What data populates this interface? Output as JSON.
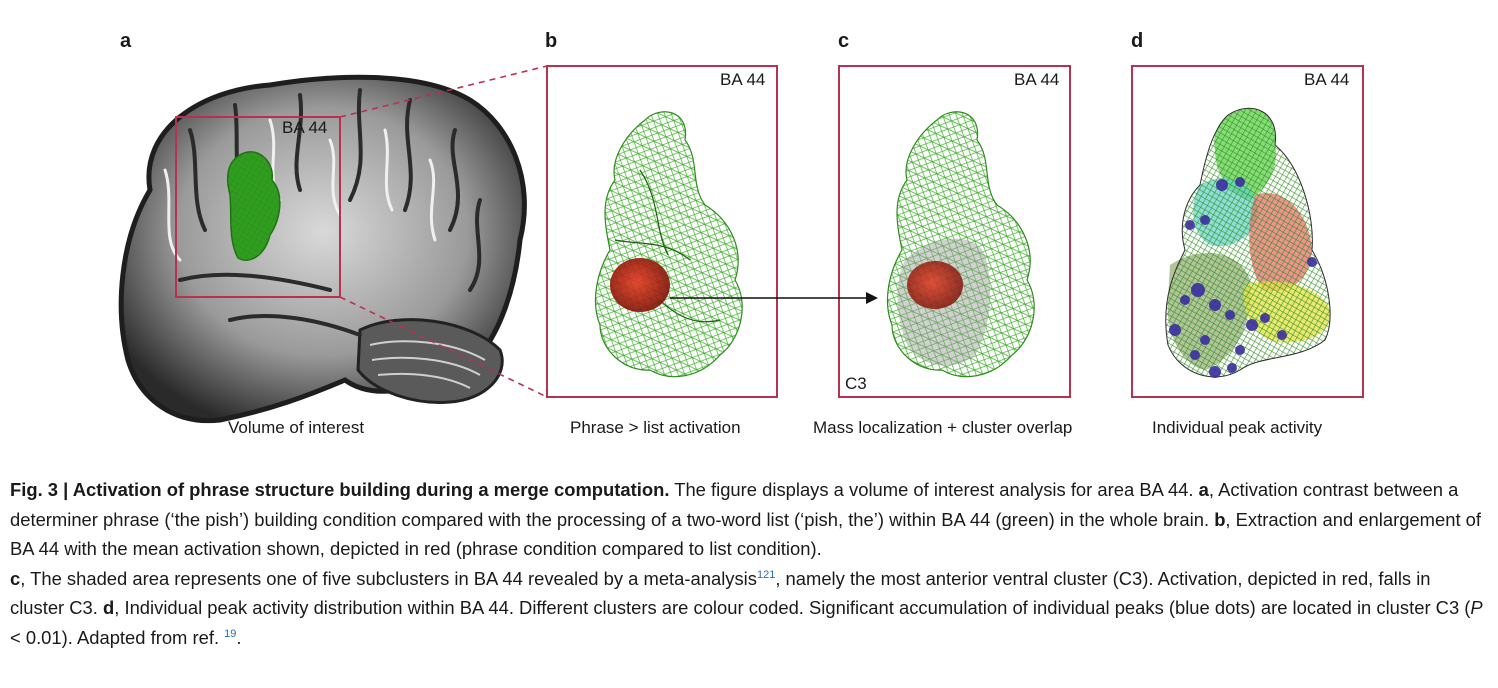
{
  "panels": {
    "a": {
      "letter": "a",
      "label": "BA 44",
      "caption": "Volume of interest"
    },
    "b": {
      "letter": "b",
      "label": "BA 44",
      "caption": "Phrase > list activation"
    },
    "c": {
      "letter": "c",
      "label": "BA 44",
      "sub_label": "C3",
      "caption": "Mass localization + cluster overlap"
    },
    "d": {
      "letter": "d",
      "label": "BA 44",
      "caption": "Individual peak activity"
    }
  },
  "colors": {
    "frame": "#b8324f",
    "mesh_green": "#3fae2a",
    "activation_red": "#b01f12",
    "peak_blue": "#3a2f9e"
  },
  "caption": {
    "fig_title": "Fig. 3 | Activation of phrase structure building during a merge computation.",
    "intro": " The figure displays a volume of interest analysis for area BA 44. ",
    "a_letter": "a",
    "a_text": ", Activation contrast between a determiner phrase (‘the pish’) building condition compared with the processing of a two-word list (‘pish, the’) within BA 44 (green) in the whole brain. ",
    "b_letter": "b",
    "b_text": ", Extraction and enlargement of BA 44 with the mean activation shown, depicted in red (phrase condition compared to list condition). ",
    "c_letter": "c",
    "c_text": ", The shaded area represents one of five subclusters in BA 44 revealed by a meta-analysis",
    "c_ref": "121",
    "c_text2": ", namely the most anterior ventral cluster (C3). Activation, depicted in red, falls in cluster C3. ",
    "d_letter": "d",
    "d_text": ", Individual peak activity distribution within BA 44. Different clusters are colour coded. Significant accumulation of individual peaks (blue dots) are located in cluster C3 (",
    "p_var": "P",
    "p_text": " < 0.01). Adapted from ref. ",
    "adapted_ref": "19",
    "end": "."
  }
}
